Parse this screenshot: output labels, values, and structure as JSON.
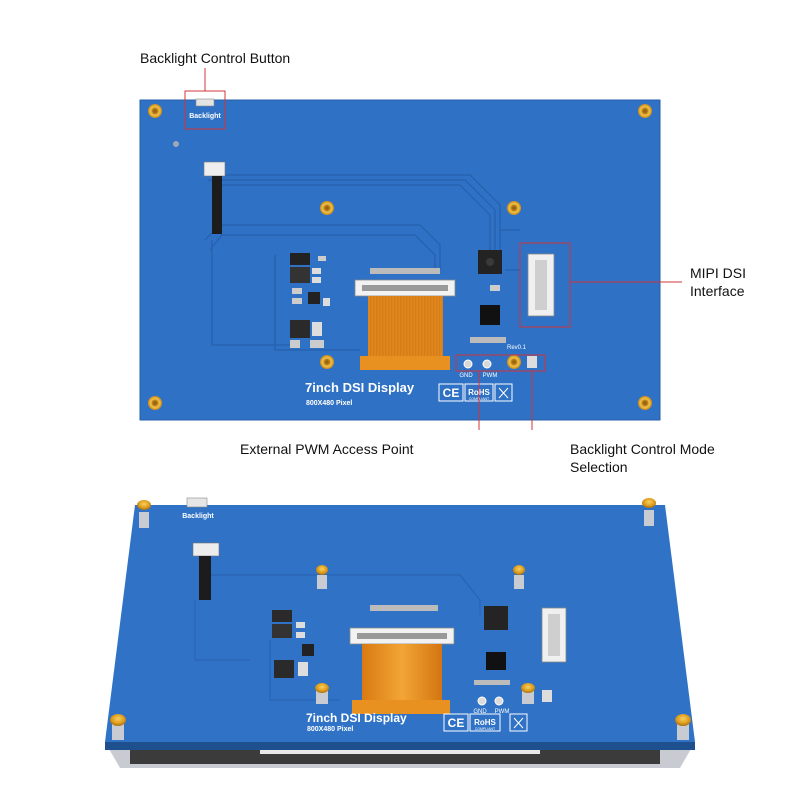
{
  "callouts": {
    "backlight_button": "Backlight Control Button",
    "mipi_line1": "MIPI DSI",
    "mipi_line2": "Interface",
    "pwm": "External PWM Access Point",
    "mode_line1": "Backlight Control Mode",
    "mode_line2": "Selection"
  },
  "board": {
    "backlight_silk": "Backlight",
    "title": "7inch DSI Display",
    "resolution": "800X480 Pixel",
    "gnd": "GND",
    "pwm": "PWM",
    "rev": "Rev0.1",
    "ce": "CE",
    "rohs": "RoHS",
    "compliant": "COMPLIANT"
  },
  "colors": {
    "pcb_blue": "#2d70c2",
    "callout_red": "#d0343a",
    "standoff_gold": "#d99a1e",
    "fpc_orange": "#e08a1f"
  }
}
